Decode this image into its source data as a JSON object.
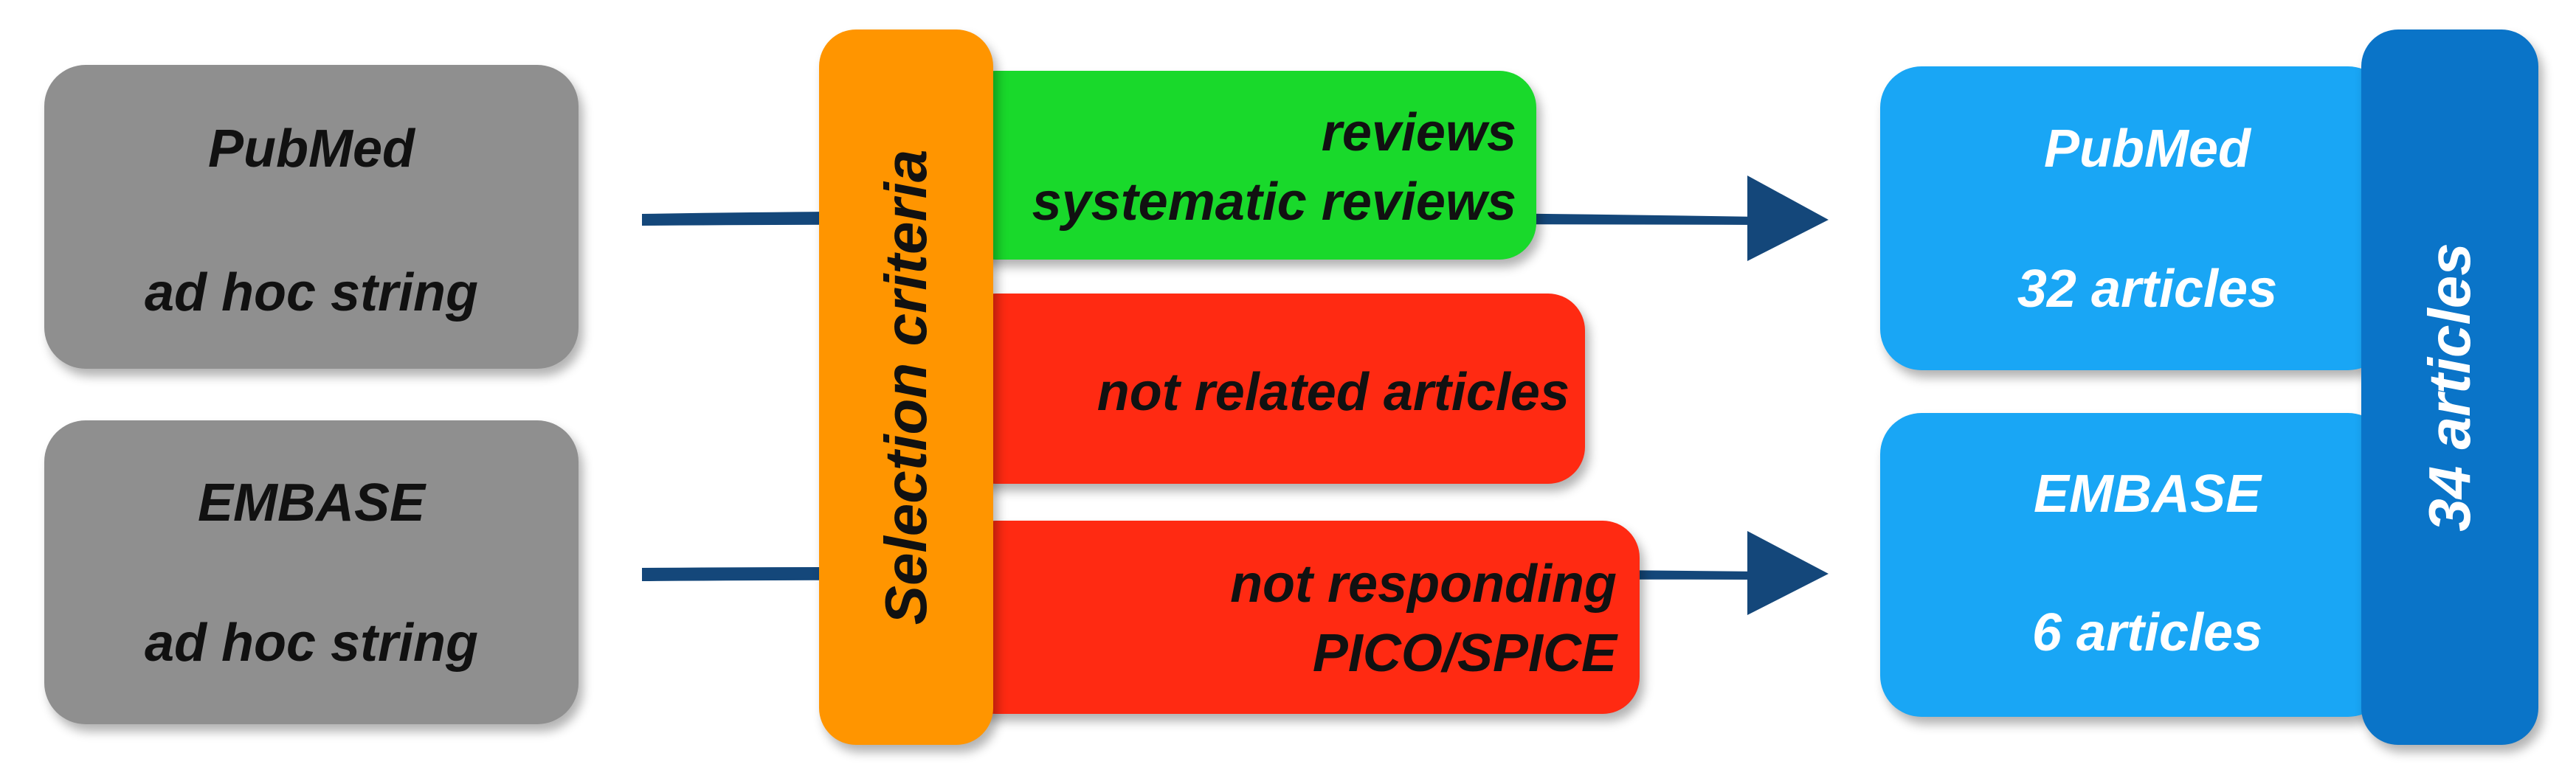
{
  "colors": {
    "source_box": "#8f8f8f",
    "criteria_bar": "#ff9500",
    "include_box": "#19d92b",
    "exclude_box": "#ff2a12",
    "result_box": "#19a6f5",
    "total_bar": "#0a74c8",
    "arrow": "#14477a"
  },
  "sources": [
    {
      "db": "PubMed",
      "query": "ad hoc string"
    },
    {
      "db": "EMBASE",
      "query": "ad hoc string"
    }
  ],
  "criteria": {
    "label": "Selection criteria",
    "include": {
      "line1": "reviews",
      "line2": "systematic reviews"
    },
    "exclude_related": "not related articles",
    "exclude_pico": {
      "line1": "not responding",
      "line2": "PICO/SPICE"
    }
  },
  "results": [
    {
      "db": "PubMed",
      "count": "32 articles"
    },
    {
      "db": "EMBASE",
      "count": "6 articles"
    }
  ],
  "total": "34 articles",
  "icons": {
    "arrow": "arrow-right-icon"
  }
}
